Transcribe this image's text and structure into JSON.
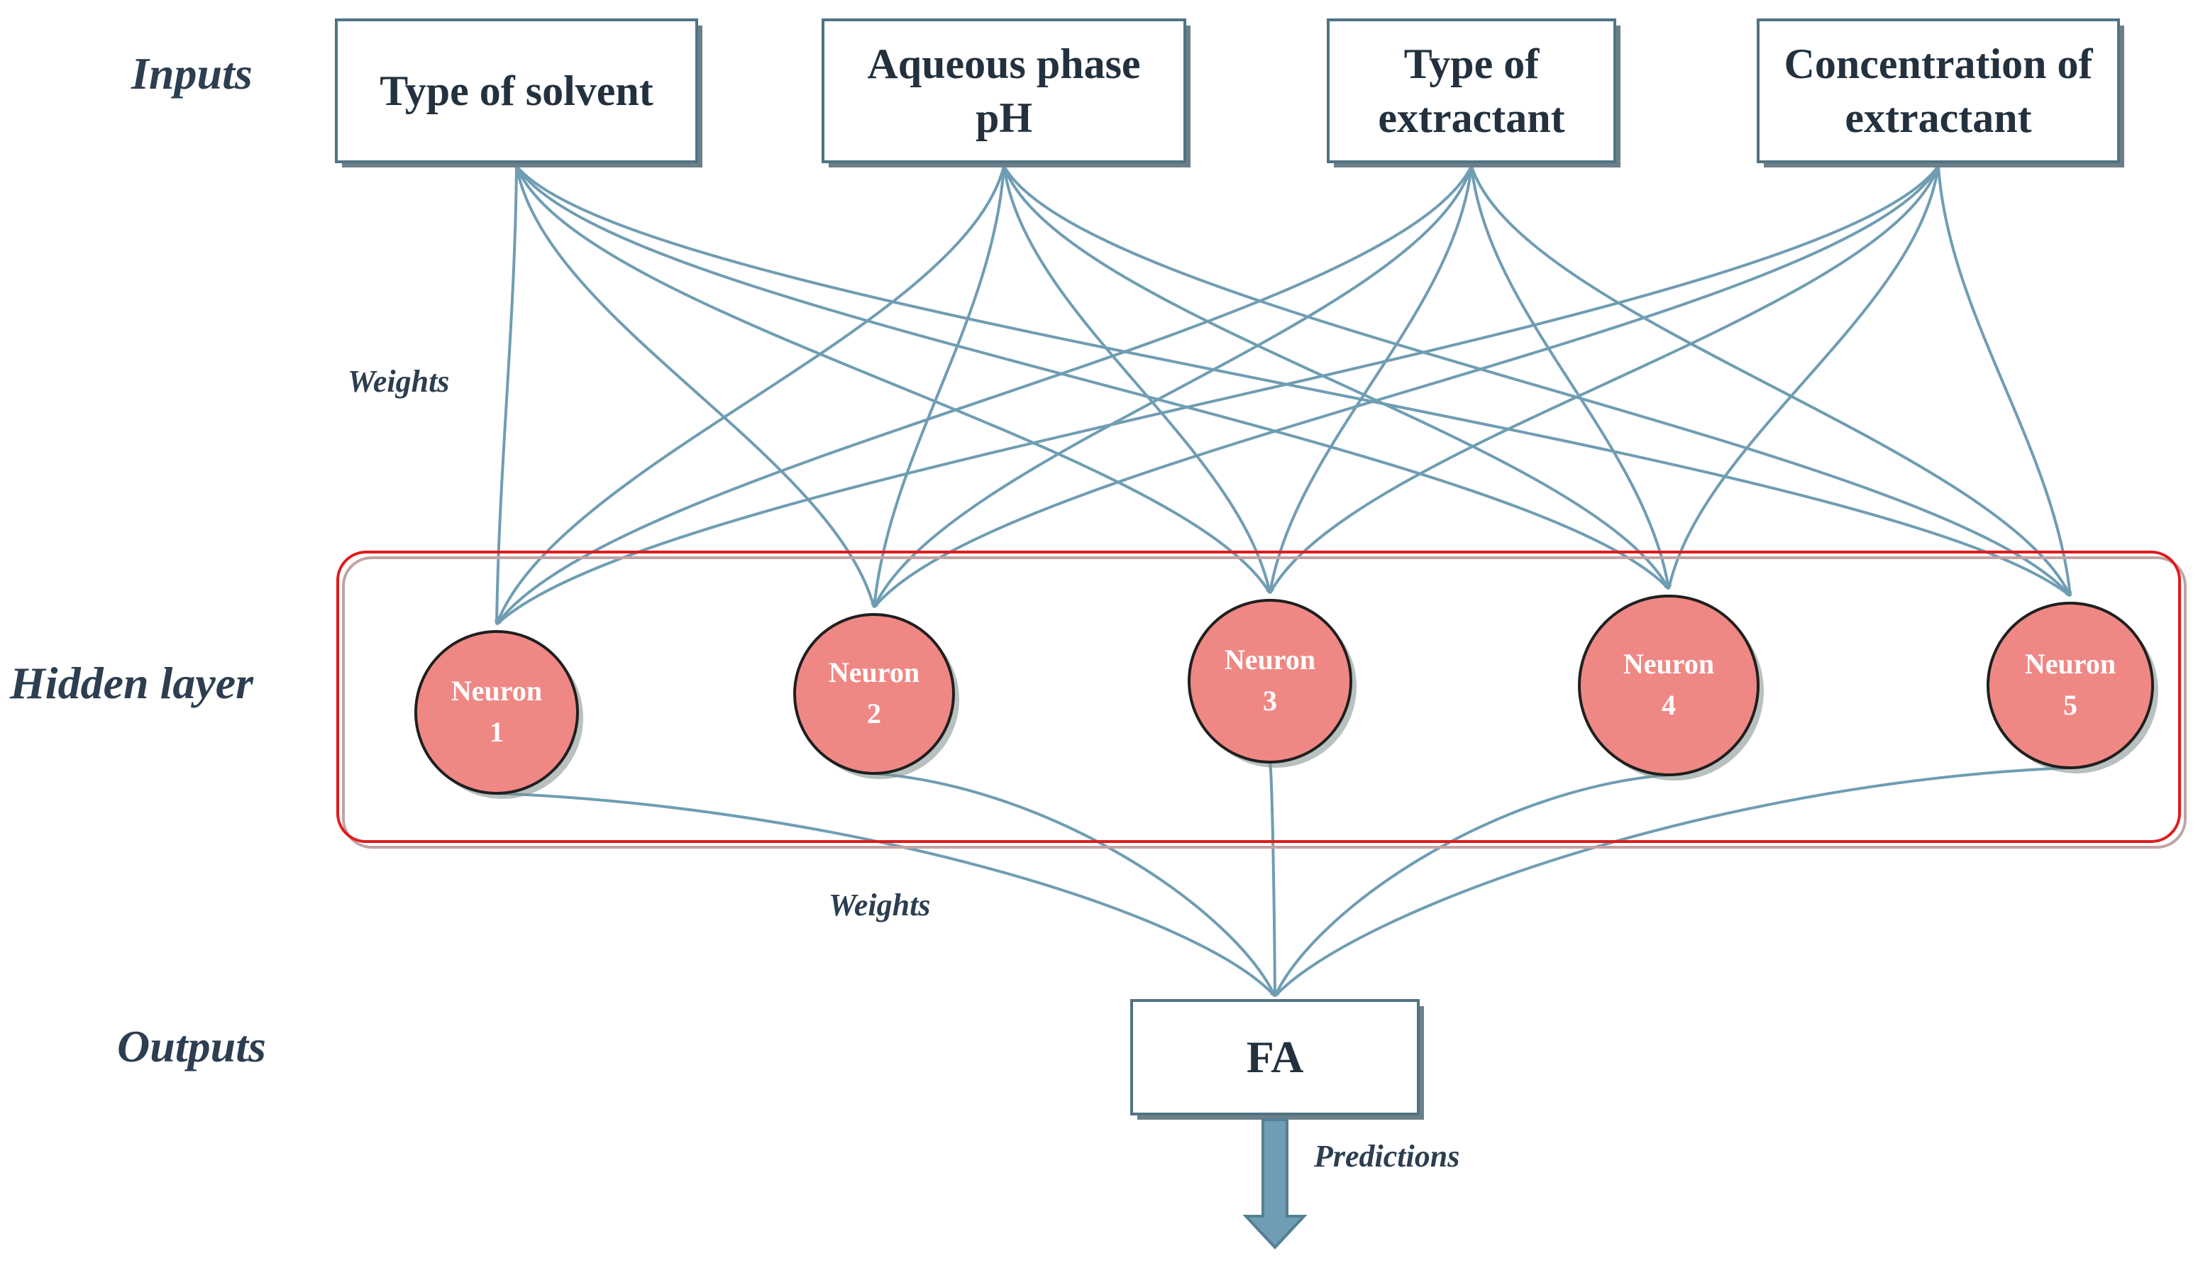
{
  "row_labels": {
    "inputs": "Inputs",
    "hidden": "Hidden layer",
    "outputs": "Outputs"
  },
  "weight_labels": {
    "input_to_hidden": "Weights",
    "hidden_to_output": "Weights",
    "predictions": "Predictions"
  },
  "inputs": [
    {
      "lines": [
        "Type of solvent"
      ]
    },
    {
      "lines": [
        "Aqueous phase",
        "pH"
      ]
    },
    {
      "lines": [
        "Type of",
        "extractant"
      ]
    },
    {
      "lines": [
        "Concentration of",
        "extractant"
      ]
    }
  ],
  "neurons": [
    {
      "lines": [
        "Neuron",
        "1"
      ]
    },
    {
      "lines": [
        "Neuron",
        "2"
      ]
    },
    {
      "lines": [
        "Neuron",
        "3"
      ]
    },
    {
      "lines": [
        "Neuron",
        "4"
      ]
    },
    {
      "lines": [
        "Neuron",
        "5"
      ]
    }
  ],
  "output": {
    "label": "FA"
  },
  "colors": {
    "edge": "#6f9db3",
    "neuron_fill": "#ef8884",
    "hidden_frame": "#e01b1b",
    "box_border": "#4f7384",
    "label_text": "#2c3e50"
  }
}
